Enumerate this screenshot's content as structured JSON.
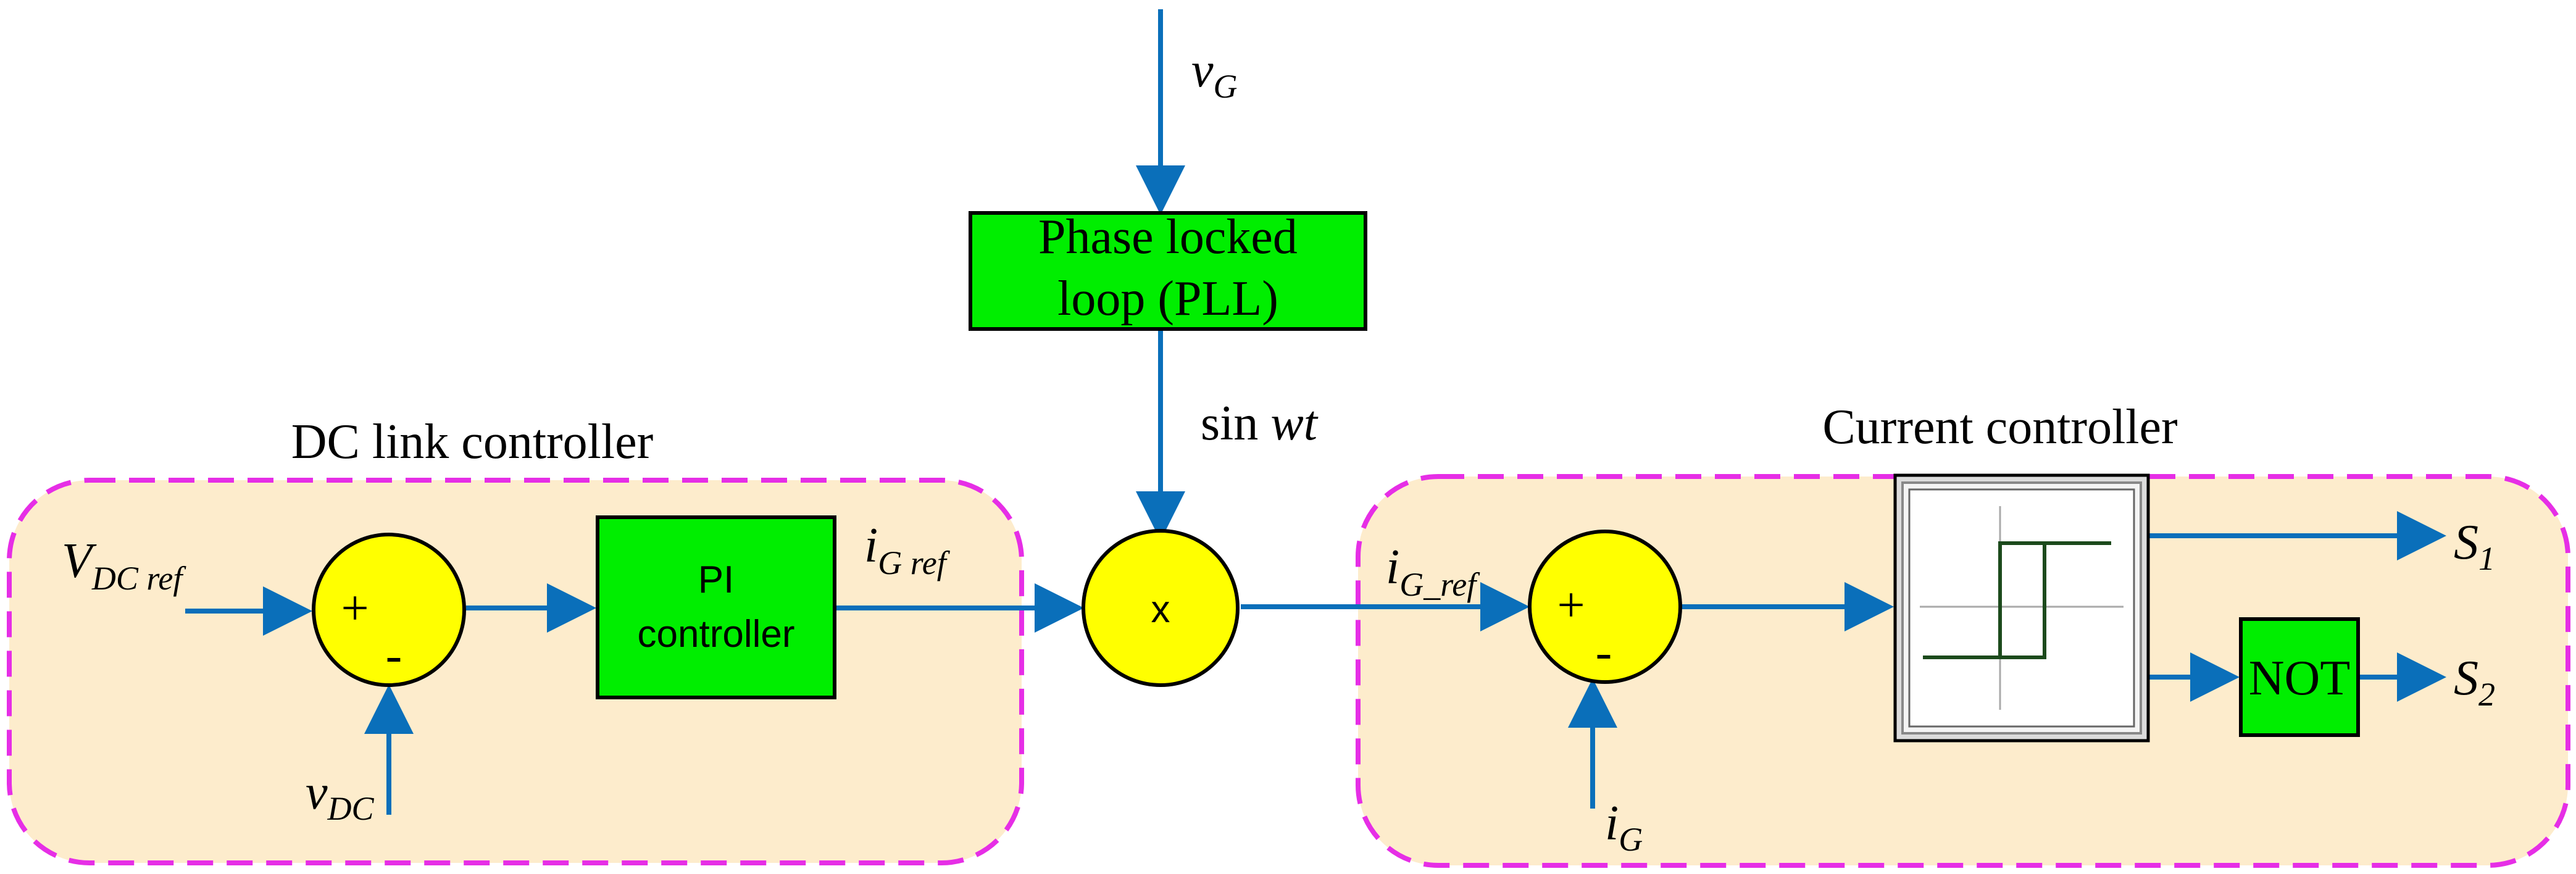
{
  "colors": {
    "region_fill": "#fdeccc",
    "region_border": "#e62ee6",
    "block_fill": "#00ee00",
    "summer_fill": "#ffff00",
    "signal_line": "#0a6fba"
  },
  "dc_link": {
    "title": "DC link controller",
    "input_ref": {
      "main": "V",
      "sub": "DC ref"
    },
    "feedback": {
      "main": "v",
      "sub": "DC"
    },
    "summer": {
      "plus": "+",
      "minus": "-"
    },
    "pi_block": {
      "line1": "PI",
      "line2": "controller"
    },
    "output": {
      "main": "i",
      "sub": "G ref"
    }
  },
  "grid_voltage": {
    "main": "v",
    "sub": "G"
  },
  "pll": {
    "line1": "Phase locked",
    "line2": "loop (PLL)"
  },
  "pll_output": {
    "text": "sin ",
    "italic": "wt"
  },
  "multiplier": {
    "symbol": "x"
  },
  "current_ctrl": {
    "title": "Current controller",
    "input_ref": {
      "main": "i",
      "sub": "G_ref"
    },
    "feedback": {
      "main": "i",
      "sub": "G"
    },
    "summer": {
      "plus": "+",
      "minus": "-"
    },
    "hysteresis_icon": "hysteresis-comparator-icon",
    "not_block": "NOT",
    "outputs": [
      {
        "main": "S",
        "sub": "1"
      },
      {
        "main": "S",
        "sub": "2"
      }
    ]
  }
}
